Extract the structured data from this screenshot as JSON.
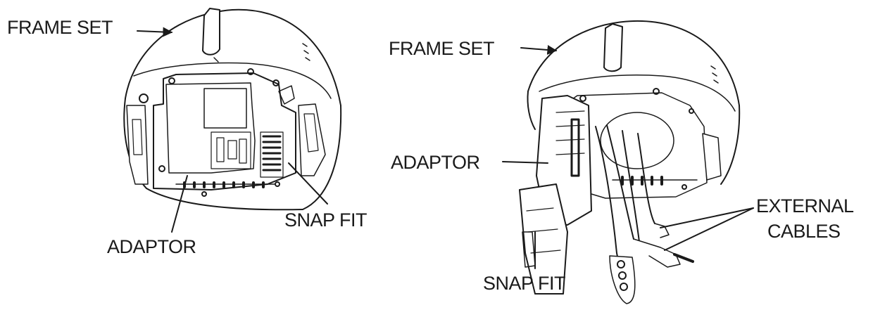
{
  "colors": {
    "ink": "#1a1a1a",
    "background": "#ffffff"
  },
  "left_figure": {
    "labels": {
      "frame_set": "FRAME SET",
      "adaptor": "ADAPTOR",
      "snap_fit": "SNAP FIT"
    }
  },
  "right_figure": {
    "labels": {
      "frame_set": "FRAME SET",
      "adaptor": "ADAPTOR",
      "snap_fit": "SNAP FIT",
      "external_cables_line1": "EXTERNAL",
      "external_cables_line2": "CABLES"
    }
  }
}
